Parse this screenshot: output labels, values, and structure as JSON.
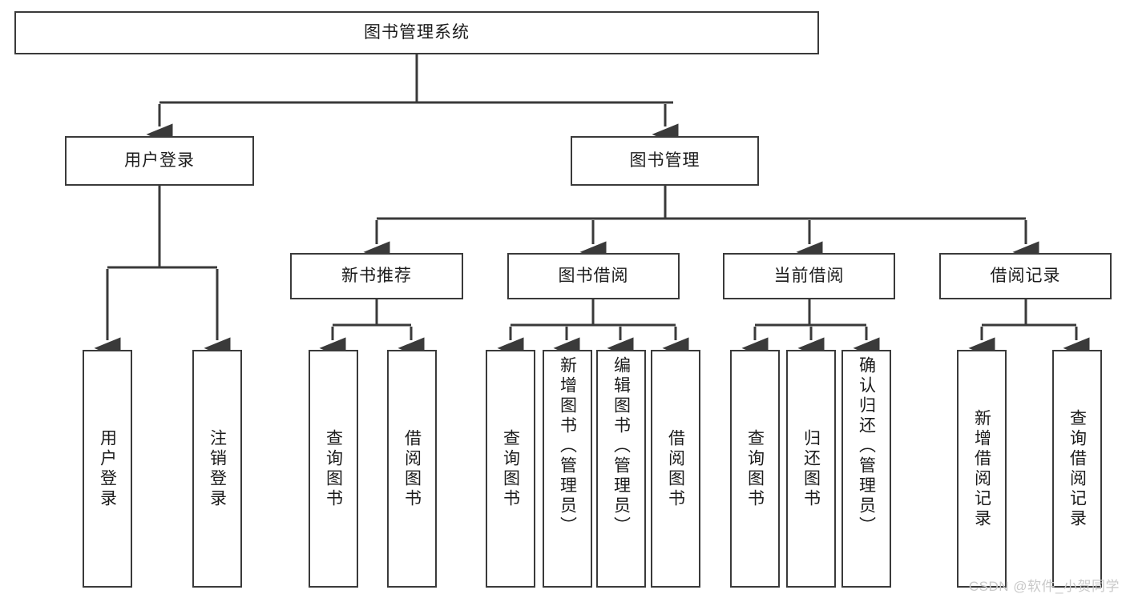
{
  "diagram": {
    "title": "图书管理系统",
    "type": "tree",
    "nodes": {
      "root": {
        "label": "图书管理系统",
        "orientation": "horizontal"
      },
      "l2": [
        {
          "id": "user-login",
          "label": "用户登录",
          "orientation": "horizontal"
        },
        {
          "id": "book-manage",
          "label": "图书管理",
          "orientation": "horizontal"
        }
      ],
      "l3": [
        {
          "id": "new-book-recommend",
          "label": "新书推荐",
          "orientation": "horizontal"
        },
        {
          "id": "book-borrow",
          "label": "图书借阅",
          "orientation": "horizontal"
        },
        {
          "id": "current-borrow",
          "label": "当前借阅",
          "orientation": "horizontal"
        },
        {
          "id": "borrow-record",
          "label": "借阅记录",
          "orientation": "horizontal"
        }
      ],
      "leaves": [
        {
          "id": "leaf-user-login",
          "label": "用户登录",
          "parent": "user-login",
          "orientation": "vertical"
        },
        {
          "id": "leaf-logout",
          "label": "注销登录",
          "parent": "user-login",
          "orientation": "vertical"
        },
        {
          "id": "leaf-query-book-1",
          "label": "查询图书",
          "parent": "new-book-recommend",
          "orientation": "vertical"
        },
        {
          "id": "leaf-borrow-book-1",
          "label": "借阅图书",
          "parent": "new-book-recommend",
          "orientation": "vertical"
        },
        {
          "id": "leaf-query-book-2",
          "label": "查询图书",
          "parent": "book-borrow",
          "orientation": "vertical"
        },
        {
          "id": "leaf-add-book",
          "label": "新增图书（管理员）",
          "parent": "book-borrow",
          "orientation": "vertical"
        },
        {
          "id": "leaf-edit-book",
          "label": "编辑图书（管理员）",
          "parent": "book-borrow",
          "orientation": "vertical"
        },
        {
          "id": "leaf-borrow-book-2",
          "label": "借阅图书",
          "parent": "book-borrow",
          "orientation": "vertical"
        },
        {
          "id": "leaf-query-book-3",
          "label": "查询图书",
          "parent": "current-borrow",
          "orientation": "vertical"
        },
        {
          "id": "leaf-return-book",
          "label": "归还图书",
          "parent": "current-borrow",
          "orientation": "vertical"
        },
        {
          "id": "leaf-confirm-return",
          "label": "确认归还（管理员）",
          "parent": "current-borrow",
          "orientation": "vertical"
        },
        {
          "id": "leaf-add-record",
          "label": "新增借阅记录",
          "parent": "borrow-record",
          "orientation": "vertical"
        },
        {
          "id": "leaf-query-record",
          "label": "查询借阅记录",
          "parent": "borrow-record",
          "orientation": "vertical"
        }
      ]
    },
    "colors": {
      "box_border": "#3a3a3a",
      "box_fill": "#ffffff",
      "connector": "#3a3a3a",
      "text": "#1c1c1c",
      "watermark": "#c9c9c9"
    }
  },
  "watermark": {
    "text": "CSDN @软件_小贺同学"
  }
}
